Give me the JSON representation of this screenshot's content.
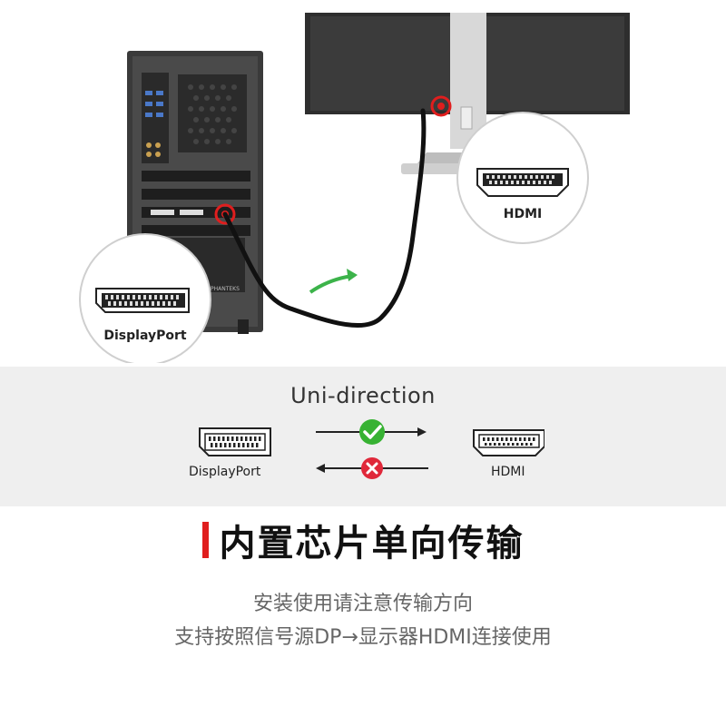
{
  "scene": {
    "pc_callout_label": "DisplayPort",
    "monitor_callout_label": "HDMI",
    "case_brand": "PHANTEKS"
  },
  "direction": {
    "title": "Uni-direction",
    "source_label": "DisplayPort",
    "target_label": "HDMI",
    "ok_color": "#37b233",
    "bad_color": "#e0283a"
  },
  "heading": {
    "text": "内置芯片单向传输",
    "accent_color": "#e01e1e"
  },
  "notes": {
    "line1": "安装使用请注意传输方向",
    "line2": "支持按照信号源DP→显示器HDMI连接使用"
  }
}
